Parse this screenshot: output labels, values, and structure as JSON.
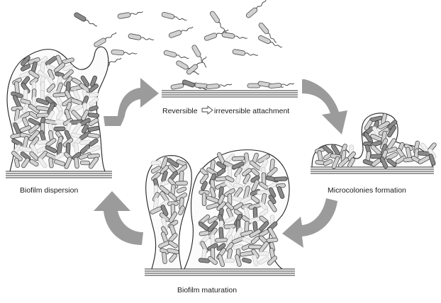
{
  "stages": [
    {
      "key": "attachment",
      "label_part1": "Reversible",
      "label_part2": "irreversible attachment"
    },
    {
      "key": "microcolonies",
      "label": "Microcolonies formation"
    },
    {
      "key": "maturation",
      "label": "Biofilm maturation"
    },
    {
      "key": "dispersion",
      "label": "Biofilm dispersion"
    }
  ],
  "colors": {
    "arrow": "#9b9b9b",
    "cell_light": "#d2d2d2",
    "cell_dark": "#8a8a8a",
    "matrix": "#fbfbfb"
  },
  "icons": {
    "cycle_arrow": "curved-arrow",
    "transition_arrow": "hollow-right-arrow",
    "cell": "rod-bacterium"
  }
}
